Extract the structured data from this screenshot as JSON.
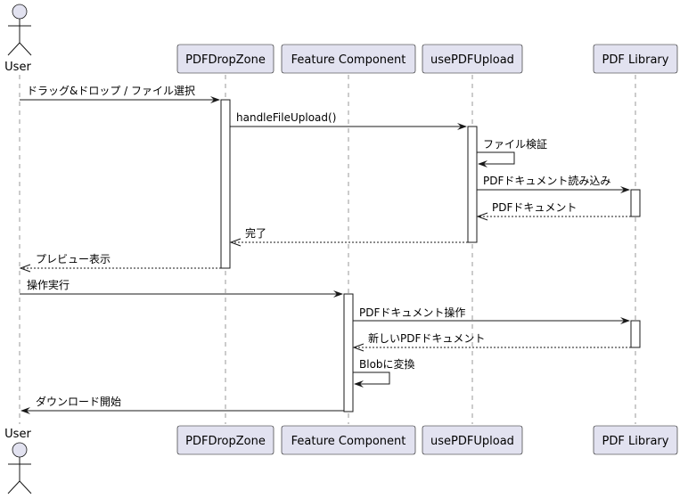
{
  "diagram": {
    "participants": [
      {
        "id": "user",
        "label": "User",
        "type": "actor"
      },
      {
        "id": "dropzone",
        "label": "PDFDropZone",
        "type": "participant"
      },
      {
        "id": "feature",
        "label": "Feature Component",
        "type": "participant"
      },
      {
        "id": "upload",
        "label": "usePDFUpload",
        "type": "participant"
      },
      {
        "id": "library",
        "label": "PDF Library",
        "type": "participant"
      }
    ],
    "messages": [
      {
        "from": "user",
        "to": "dropzone",
        "label": "ドラッグ&ドロップ / ファイル選択",
        "style": "solid"
      },
      {
        "from": "dropzone",
        "to": "upload",
        "label": "handleFileUpload()",
        "style": "solid"
      },
      {
        "from": "upload",
        "to": "upload",
        "label": "ファイル検証",
        "style": "solid"
      },
      {
        "from": "upload",
        "to": "library",
        "label": "PDFドキュメント読み込み",
        "style": "solid"
      },
      {
        "from": "library",
        "to": "upload",
        "label": "PDFドキュメント",
        "style": "dashed"
      },
      {
        "from": "upload",
        "to": "dropzone",
        "label": "完了",
        "style": "dashed"
      },
      {
        "from": "dropzone",
        "to": "user",
        "label": "プレビュー表示",
        "style": "dashed"
      },
      {
        "from": "user",
        "to": "feature",
        "label": "操作実行",
        "style": "solid"
      },
      {
        "from": "feature",
        "to": "library",
        "label": "PDFドキュメント操作",
        "style": "solid"
      },
      {
        "from": "library",
        "to": "feature",
        "label": "新しいPDFドキュメント",
        "style": "dashed"
      },
      {
        "from": "feature",
        "to": "feature",
        "label": "Blobに変換",
        "style": "solid"
      },
      {
        "from": "feature",
        "to": "user",
        "label": "ダウンロード開始",
        "style": "solid"
      }
    ]
  }
}
